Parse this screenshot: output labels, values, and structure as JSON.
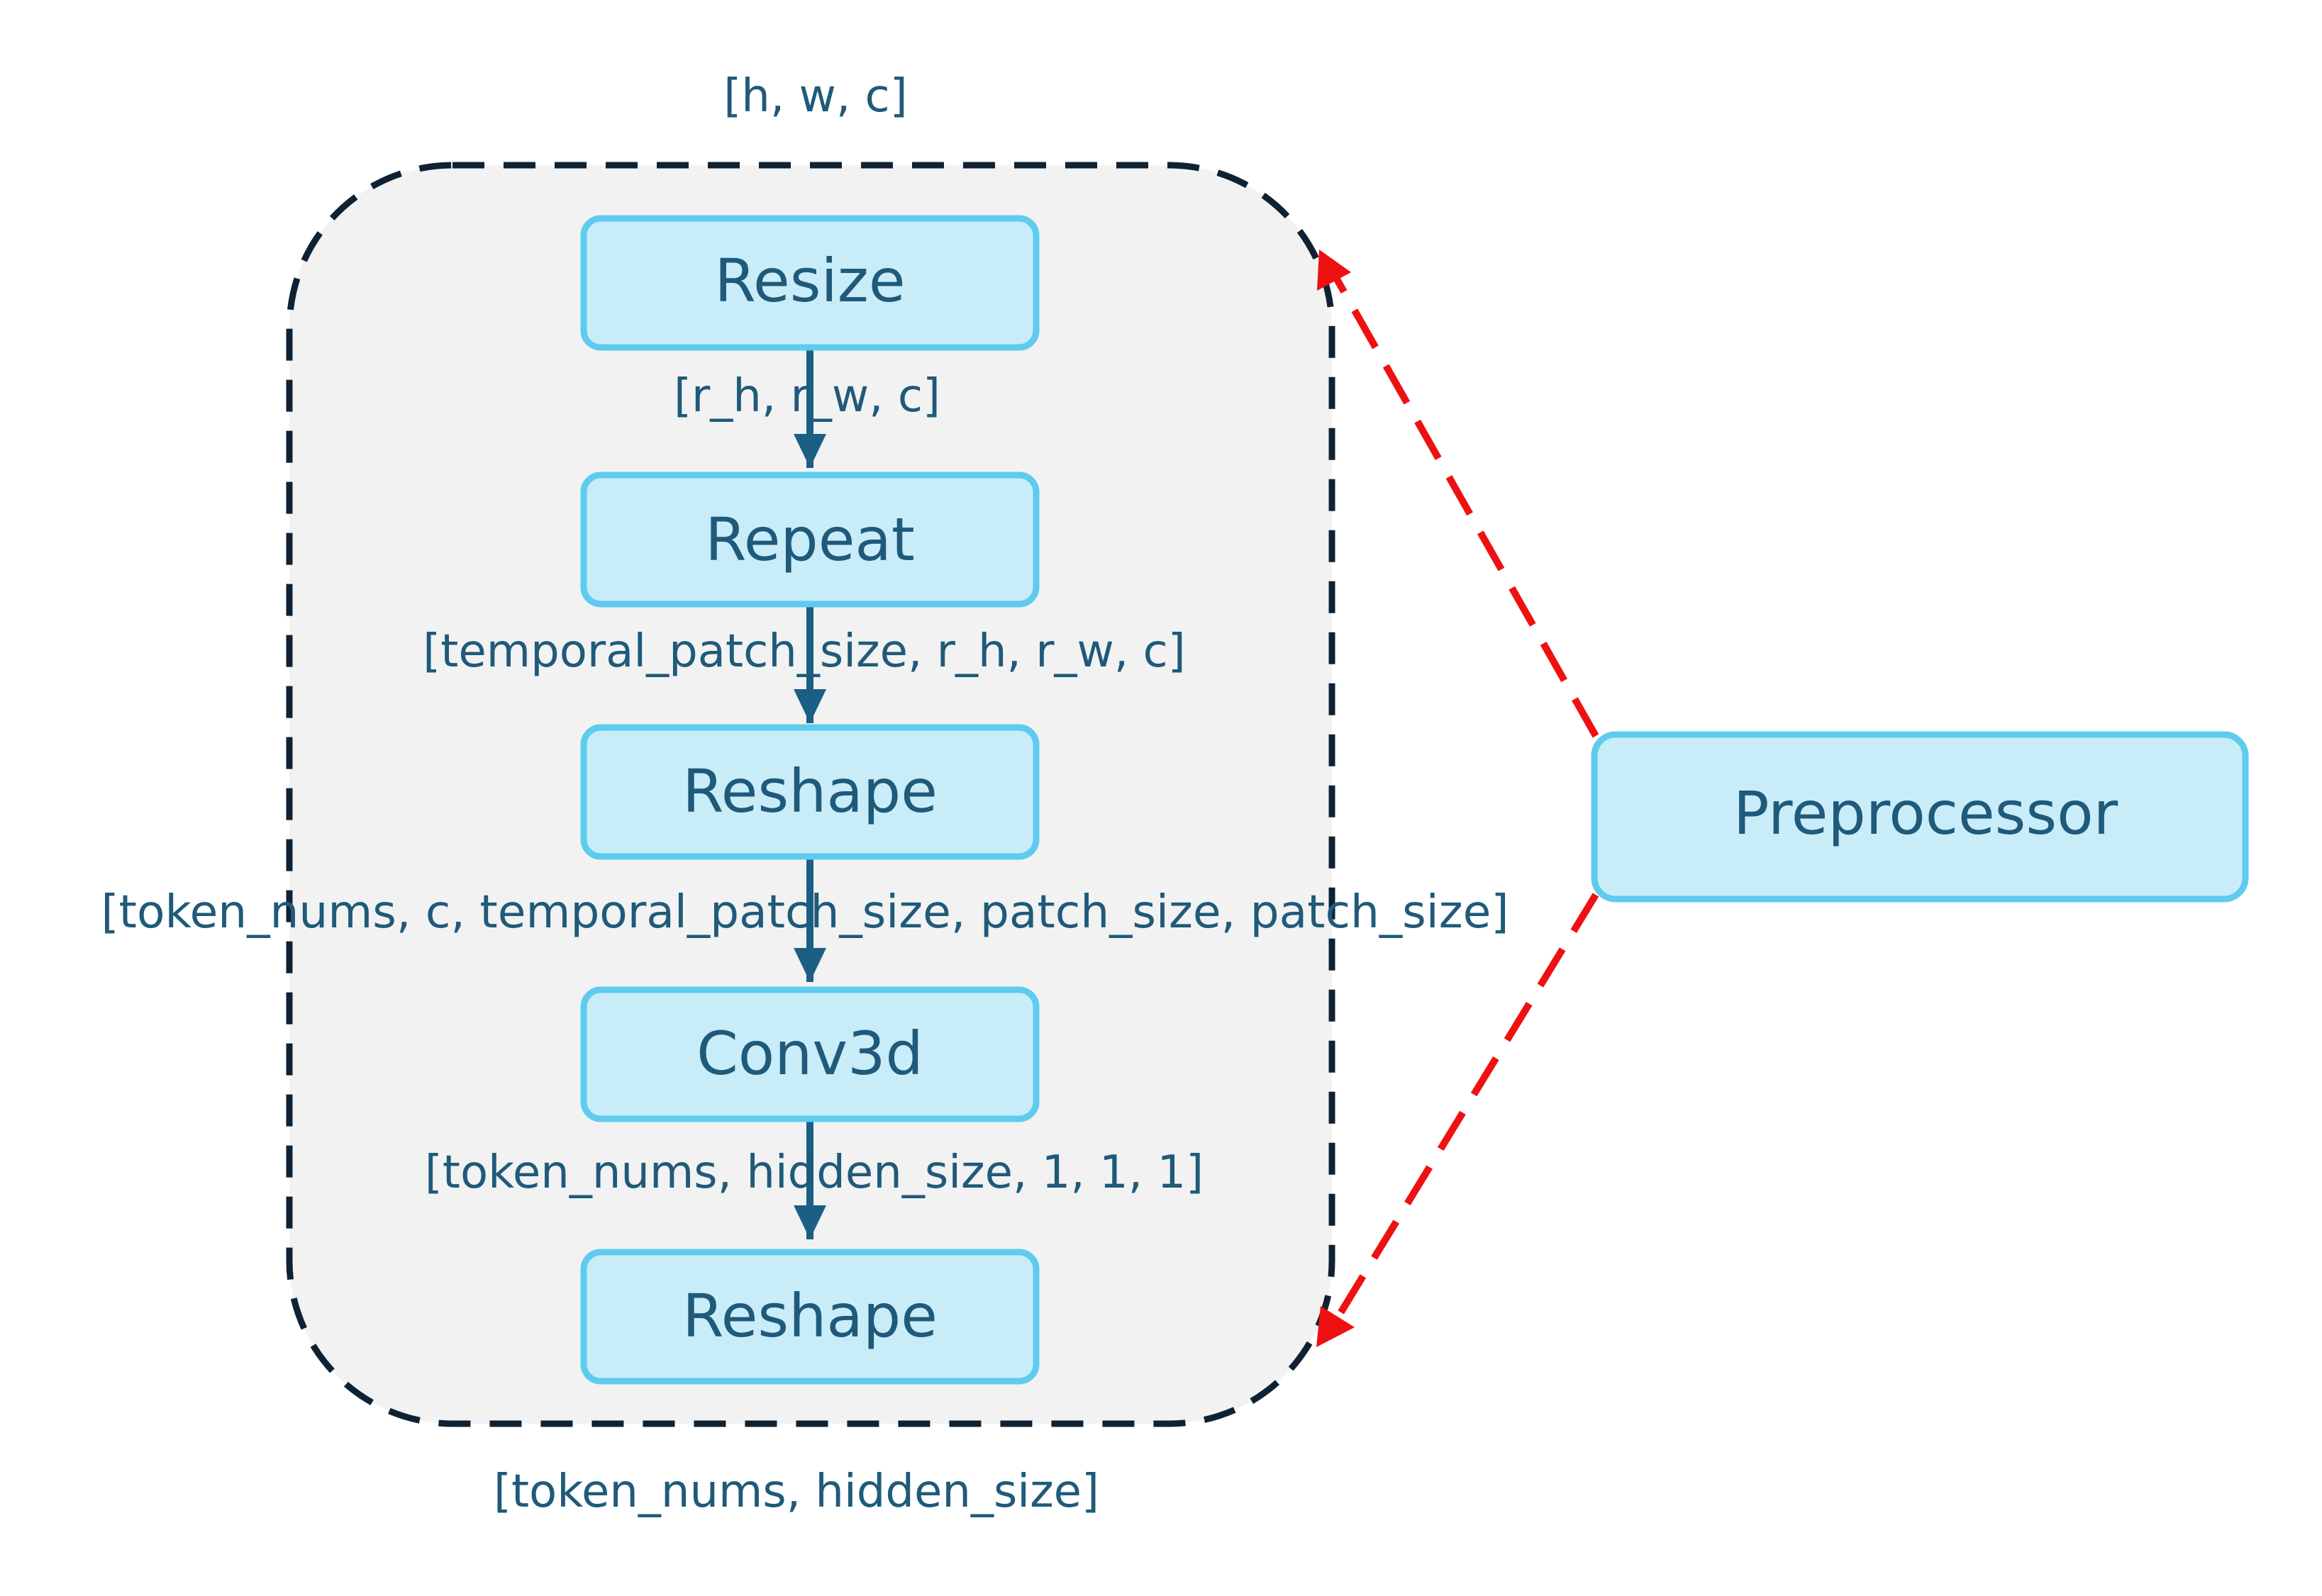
{
  "input_shape": "[h, w, c]",
  "output_shape": "[token_nums,  hidden_size]",
  "steps": [
    {
      "label": "Resize"
    },
    {
      "label": "Repeat"
    },
    {
      "label": "Reshape"
    },
    {
      "label": "Conv3d"
    },
    {
      "label": "Reshape"
    }
  ],
  "edges": [
    {
      "label": "[r_h, r_w, c]"
    },
    {
      "label": "[temporal_patch_size, r_h, r_w, c]"
    },
    {
      "label": "[token_nums, c, temporal_patch_size, patch_size, patch_size]"
    },
    {
      "label": "[token_nums,  hidden_size, 1, 1, 1]"
    }
  ],
  "preprocessor": {
    "label": "Preprocessor"
  },
  "colors": {
    "node_fill": "#c9ecf9",
    "node_stroke": "#5ecbef",
    "text": "#1f5a7a",
    "arrow": "#1b5f85",
    "group_fill": "#f2f2f2",
    "group_stroke": "#0f2233",
    "pointer": "#ee1111"
  }
}
